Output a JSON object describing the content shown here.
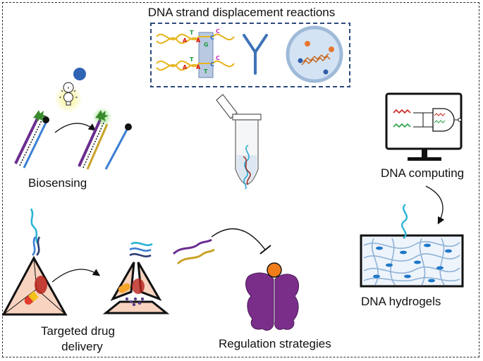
{
  "title": "DNA strand displacement reactions",
  "labels": {
    "biosensing": "Biosensing",
    "dna_computing": "DNA computing",
    "dna_hydrogels": "DNA hydrogels",
    "drug_line1": "Targeted drug",
    "drug_line2": "delivery",
    "regulation": "Regulation strategies"
  },
  "bases": {
    "strand1": [
      "A",
      "T",
      "A",
      "G",
      "C",
      "C"
    ],
    "strand2": [
      "A",
      "T",
      "A",
      "T",
      "C",
      "C"
    ]
  },
  "colors": {
    "dashed_box": "#2c4a7c",
    "purple": "#6b2d8f",
    "gold": "#c9a227",
    "blue": "#3b7fd4",
    "cyan": "#2bb4d4",
    "protein": "#7a2e8a",
    "orange": "#f07d1a",
    "triangle": "#f7d3c0"
  }
}
